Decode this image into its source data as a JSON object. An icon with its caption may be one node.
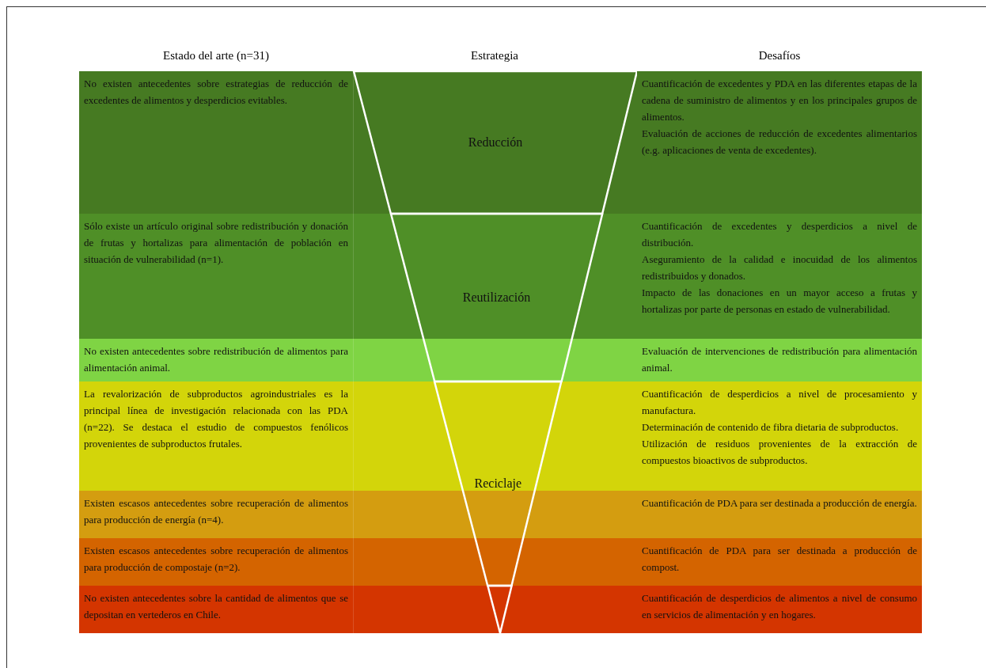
{
  "diagram": {
    "nodes": [
      {
        "text": [
          "No existen antecedentes sobre estrategias de reducción de excedentes de alimentos y desperdicios evitables."
        ]
      },
      {
        "text": [
          "Reducción"
        ]
      },
      {
        "text": [
          "Cuantificación de excedentes y PDA en las diferentes etapas de la cadena de suministro de alimentos y en los principales grupos de alimentos.",
          "Evaluación de acciones de reducción de excedentes alimentarios (e.g. aplicaciones de venta de excedentes)."
        ]
      },
      {
        "text": [
          "Sólo existe un artículo original sobre redistribución y donación de frutas y hortalizas para alimentación de población en situación de vulnerabilidad (n=1)."
        ]
      },
      {
        "text": [
          "Reutilización"
        ]
      },
      {
        "text": [
          "Cuantificación de excedentes y desperdicios a nivel de distribución.",
          "Aseguramiento de la calidad e inocuidad de los alimentos redistribuidos y donados.",
          "Impacto de las donaciones en un mayor acceso a frutas y hortalizas por parte de personas en estado de vulnerabilidad."
        ]
      },
      {
        "text": [
          "No existen antecedentes sobre redistribución de alimentos para alimentación animal."
        ]
      },
      {
        "text": [
          "Evaluación de intervenciones de redistribución para alimentación animal."
        ]
      },
      {
        "text": [
          "La revalorización de subproductos agroindustriales es la principal línea de investigación relacionada con las PDA (n=22). Se destaca el estudio de compuestos fenólicos provenientes de subproductos frutales."
        ]
      },
      {
        "text": [
          "Reciclaje"
        ]
      },
      {
        "text": [
          "Cuantificación de desperdicios a nivel de procesamiento y manufactura.",
          "Determinación de contenido de fibra dietaria de subproductos.",
          "Utilización de residuos provenientes de la extracción de compuestos bioactivos de subproductos."
        ]
      },
      {
        "text": [
          "Existen escasos antecedentes sobre recuperación de alimentos para producción de energía (n=4)."
        ]
      },
      {
        "text": [
          "Cuantificación de PDA para ser destinada a producción de energía."
        ]
      },
      {
        "text": [
          "Existen escasos antecedentes sobre recuperación de alimentos para producción de compostaje (n=2)."
        ]
      },
      {
        "text": [
          "Cuantificación de PDA para ser destinada a producción de compost."
        ]
      },
      {
        "text": [
          "No existen antecedentes sobre la cantidad de alimentos que se depositan en vertederos en Chile."
        ]
      },
      {
        "text": [
          "Cuantificación de desperdicios de alimentos a nivel de consumo en servicios de alimentación y en hogares."
        ]
      }
    ],
    "labels": [
      "Estado del arte (n=31)",
      "Estrategia",
      "Desafíos"
    ]
  }
}
